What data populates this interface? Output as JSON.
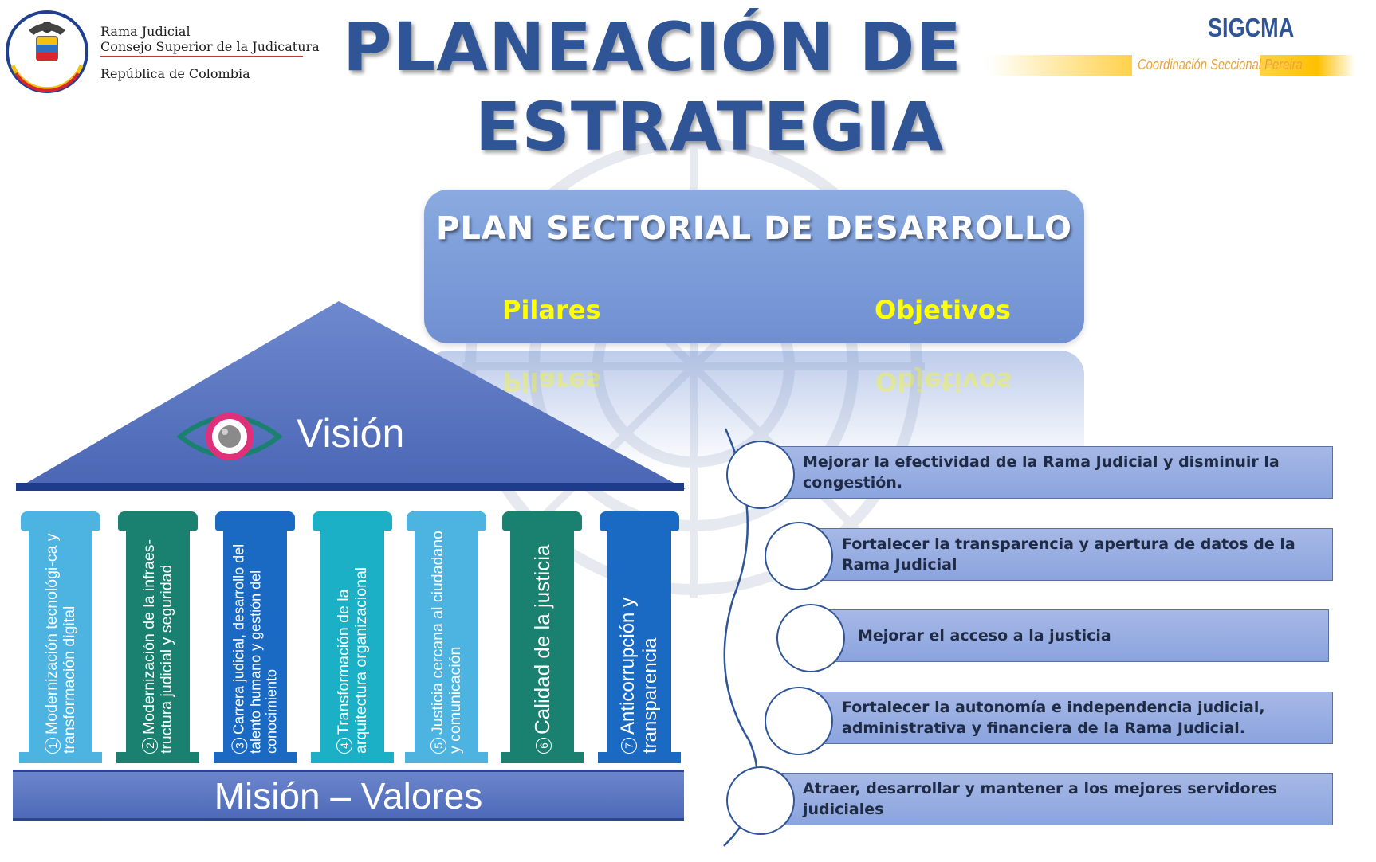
{
  "header": {
    "logo_lines": [
      "Rama Judicial",
      "Consejo Superior de la Judicatura",
      "República de Colombia"
    ],
    "title_line1": "PLANEACIÓN DE",
    "title_line2": "ESTRATEGIA",
    "sigcma_title": "SIGCMA",
    "sigcma_subtitle": "Coordinación Seccional Pereira"
  },
  "plan": {
    "title": "PLAN SECTORIAL DE DESARROLLO",
    "pilares_label": "Pilares",
    "objetivos_label": "Objetivos"
  },
  "house": {
    "vision_label": "Visión",
    "base_label": "Misión – Valores",
    "pillars": [
      {
        "number": "1",
        "text": "Modernización tecnológi-ca y transformación digital",
        "color": "#4db3e0"
      },
      {
        "number": "2",
        "text": "Modernización de la infraes-tructura judicial y seguridad",
        "color": "#1a8070"
      },
      {
        "number": "3",
        "text": "Carrera judicial, desarrollo del talento humano y gestión del conocimiento",
        "color": "#1a6ac4"
      },
      {
        "number": "4",
        "text": "Transformación de la arquitectura organizacional",
        "color": "#1cb0c6"
      },
      {
        "number": "5",
        "text": "Justicia cercana al ciudadano y comunicación",
        "color": "#4db3e0"
      },
      {
        "number": "6",
        "text": "Calidad de la justicia",
        "color": "#1a8070"
      },
      {
        "number": "7",
        "text": "Anticorrupción y transparencia",
        "color": "#1a6ac4"
      }
    ]
  },
  "objectives": [
    "Mejorar la efectividad de la Rama Judicial y disminuir la congestión.",
    "Fortalecer la transparencia y apertura de datos de la Rama Judicial",
    "Mejorar el acceso a la justicia",
    "Fortalecer la autonomía e independencia judicial, administrativa y financiera de la Rama Judicial.",
    "Atraer, desarrollar y mantener a los mejores servidores judiciales"
  ],
  "colors": {
    "title_blue": "#2f5597",
    "roof_blue": "#4e6ab8",
    "label_yellow": "#ffff00",
    "eye_teal": "#1a8070",
    "eye_pink": "#e0307a"
  }
}
